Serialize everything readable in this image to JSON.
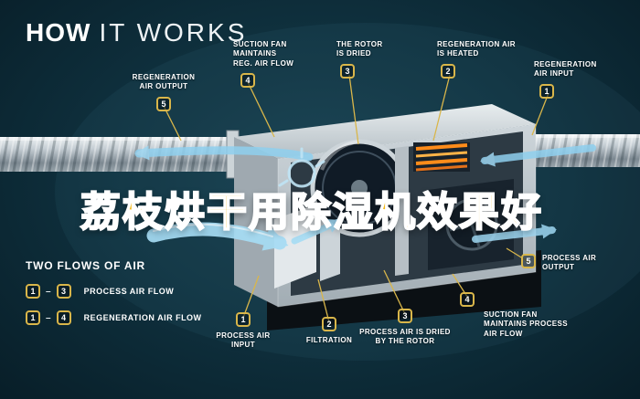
{
  "title": {
    "word_bold": "HOW",
    "word_light": "IT WORKS"
  },
  "overlay": {
    "text": "荔枝烘干用除湿机效果好",
    "color": "#f3b917"
  },
  "colors": {
    "background": "#0d2b36",
    "accent_gold": "#d9b64a",
    "flow_blue": "#9ed7f2",
    "heater_orange": "#ff8c1a"
  },
  "callouts": {
    "regen_air_output": {
      "num": "5",
      "label": "REGENERATION\nAIR OUTPUT"
    },
    "suction_fan_reg": {
      "num": "4",
      "label": "SUCTION FAN\nMAINTAINS\nREG. AIR FLOW"
    },
    "rotor_dried": {
      "num": "3",
      "label": "THE ROTOR\nIS DRIED"
    },
    "regen_air_heated": {
      "num": "2",
      "label": "REGENERATION AIR\nIS HEATED"
    },
    "regen_air_input": {
      "num": "1",
      "label": "REGENERATION\nAIR INPUT"
    },
    "process_air_output": {
      "num": "5",
      "label": "PROCESS AIR\nOUTPUT"
    },
    "process_air_input": {
      "num": "1",
      "label": "PROCESS AIR\nINPUT"
    },
    "filtration": {
      "num": "2",
      "label": "FILTRATION"
    },
    "process_air_dried": {
      "num": "3",
      "label": "PROCESS AIR IS DRIED\nBY THE ROTOR"
    },
    "suction_fan_process": {
      "num": "4",
      "label": "SUCTION FAN\nMAINTAINS PROCESS\nAIR FLOW"
    }
  },
  "legend": {
    "heading": "TWO FLOWS OF AIR",
    "rows": [
      {
        "from": "1",
        "to": "3",
        "separator": "–",
        "label": "PROCESS AIR FLOW"
      },
      {
        "from": "1",
        "to": "4",
        "separator": "–",
        "label": "REGENERATION AIR FLOW"
      }
    ]
  }
}
